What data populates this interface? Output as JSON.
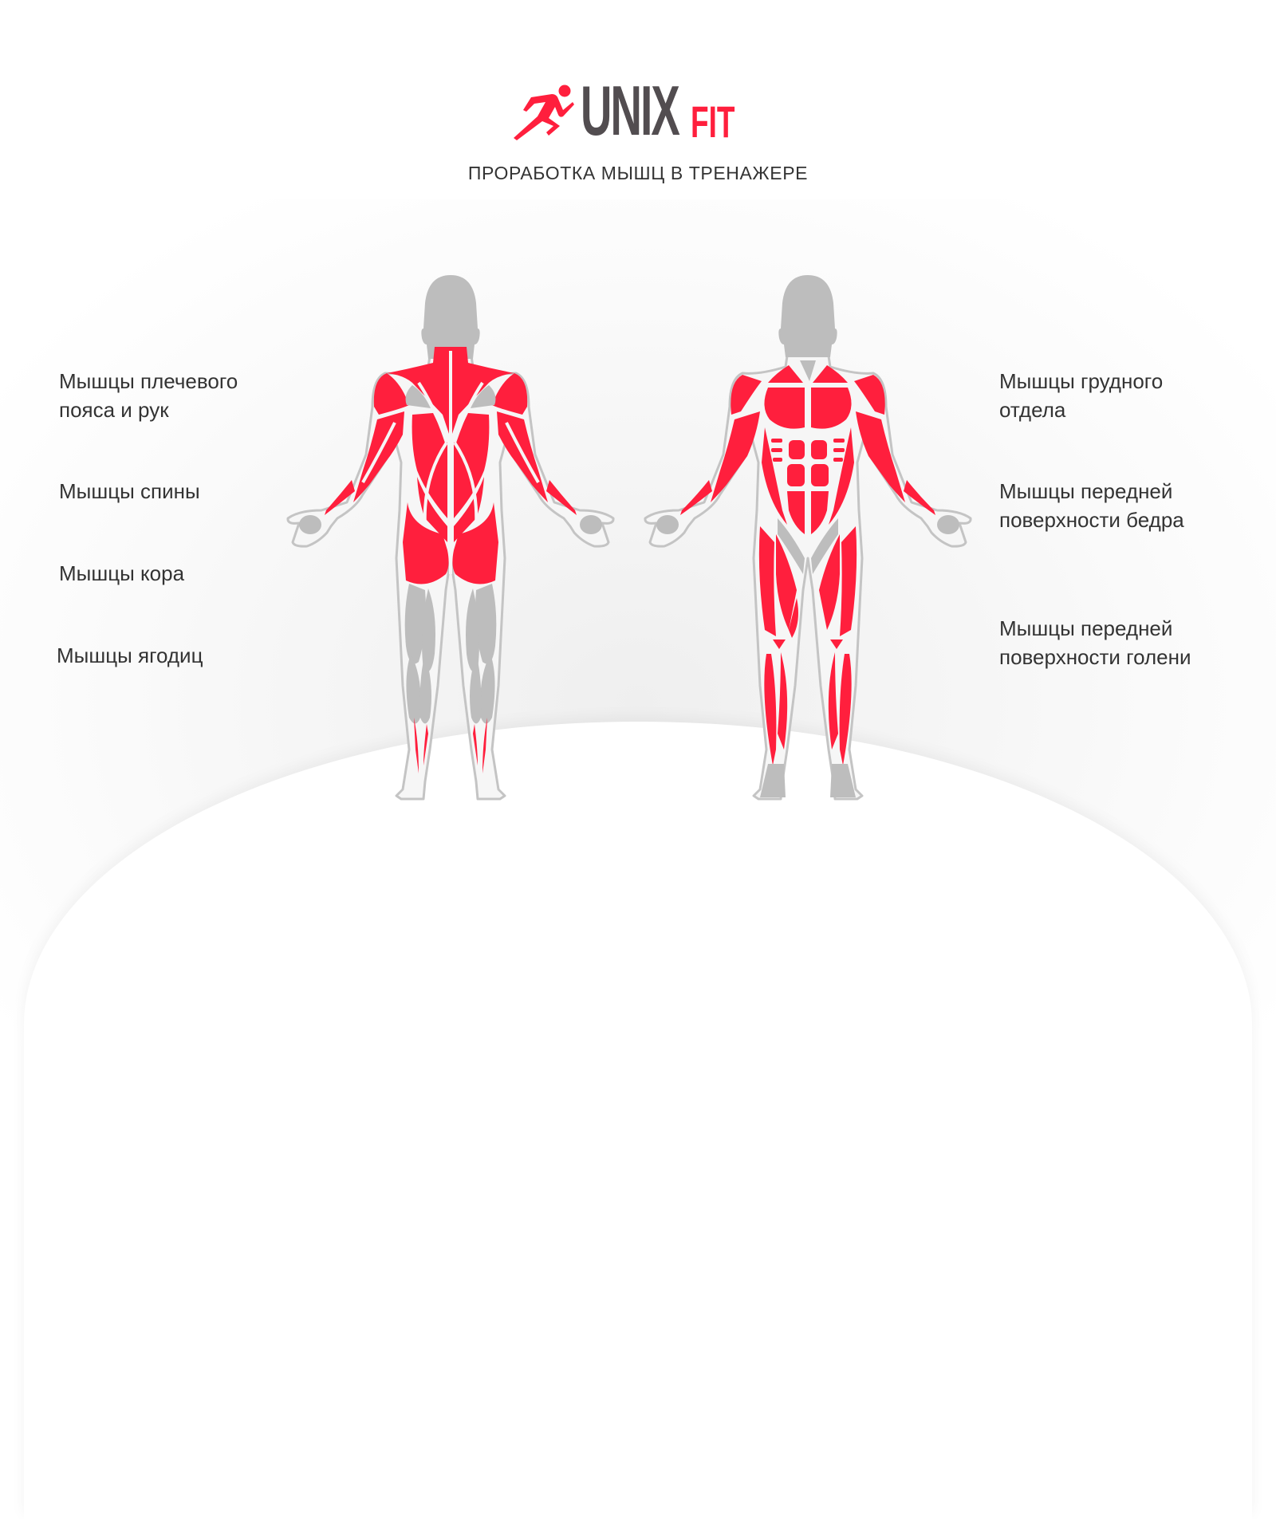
{
  "brand": {
    "name_main": "UNIX",
    "name_accent": "FIT",
    "logo_icon": "runner-icon",
    "colors": {
      "dark": "#524d50",
      "accent": "#ff1f3d"
    }
  },
  "header": {
    "subtitle": "ПРОРАБОТКА МЫШЦ В ТРЕНАЖЕРЕ"
  },
  "figures": {
    "back": {
      "view": "back",
      "highlight_color": "#ff1f3d",
      "inactive_color": "#bdbdbd"
    },
    "front": {
      "view": "front",
      "highlight_color": "#ff1f3d",
      "inactive_color": "#bdbdbd"
    }
  },
  "labels_left": [
    {
      "line1": "Мышцы плечевого",
      "line2": "пояса и рук"
    },
    {
      "line1": "Мышцы спины",
      "line2": ""
    },
    {
      "line1": "Мышцы кора",
      "line2": ""
    },
    {
      "line1": "Мышцы ягодиц",
      "line2": ""
    }
  ],
  "labels_right": [
    {
      "line1": "Мышцы грудного",
      "line2": "отдела"
    },
    {
      "line1": "Мышцы передней",
      "line2": "поверхности бедра"
    },
    {
      "line1": "Мышцы передней",
      "line2": "поверхности голени"
    }
  ]
}
